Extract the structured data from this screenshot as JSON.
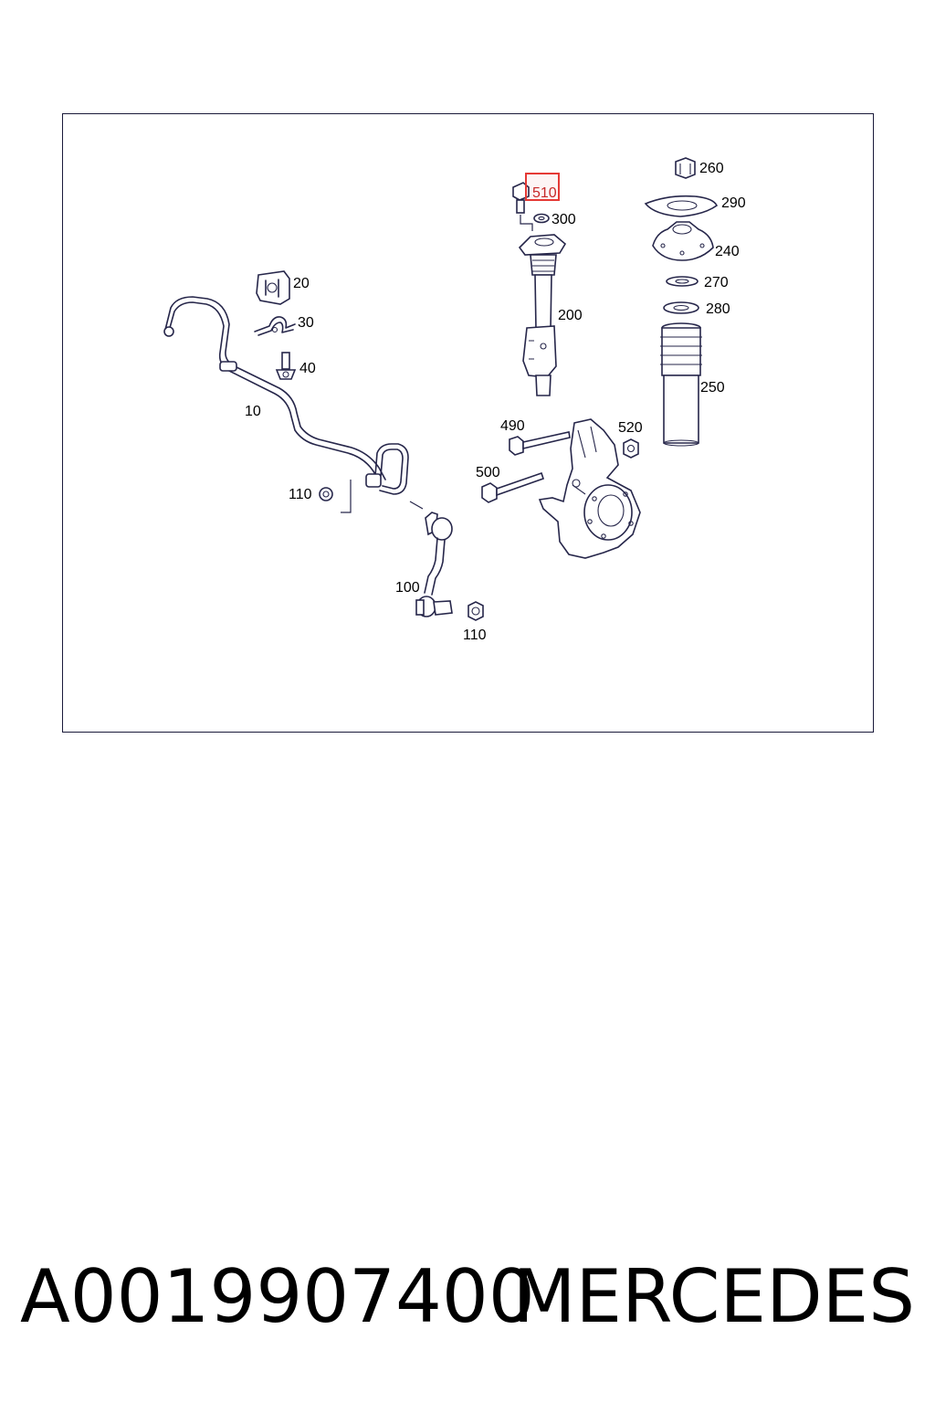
{
  "diagram": {
    "highlighted_callout": "510",
    "callouts": {
      "c10": "10",
      "c20": "20",
      "c30": "30",
      "c40": "40",
      "c100": "100",
      "c110a": "110",
      "c110b": "110",
      "c200": "200",
      "c240": "240",
      "c250": "250",
      "c260": "260",
      "c270": "270",
      "c280": "280",
      "c290": "290",
      "c300": "300",
      "c490": "490",
      "c500": "500",
      "c510": "510",
      "c520": "520"
    },
    "colors": {
      "line": "#26264a",
      "highlight": "#e53935",
      "frame": "#1a1a3a"
    }
  },
  "caption": {
    "part_number": "A0019907400",
    "brand": "MERCEDES"
  }
}
